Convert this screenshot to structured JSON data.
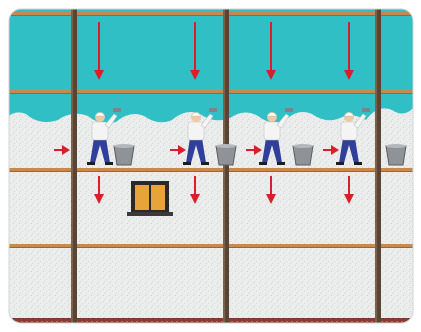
{
  "colors": {
    "sky": "#2fbfc4",
    "sky_deep": "#1ea9b0",
    "wall": "#e9eaeb",
    "wall_speckle": "#c9cbce",
    "pole": "#5a4434",
    "rail": "#c7894e",
    "arrow": "#d8202a",
    "worker_shirt": "#f4f4f4",
    "worker_pants": "#2f3f9a",
    "bucket": "#8f9296",
    "window_frame": "#2a2a2a",
    "window_glass": "#e6a43a",
    "ground": "#8a3c33"
  },
  "diagram": {
    "worker_count": 4,
    "down_arrow_rows": 2,
    "right_arrow_count": 4,
    "window_count": 1,
    "icons": [
      "down-arrow-icon",
      "right-arrow-icon",
      "plasterer-worker-icon",
      "bucket-icon",
      "window-icon"
    ]
  }
}
